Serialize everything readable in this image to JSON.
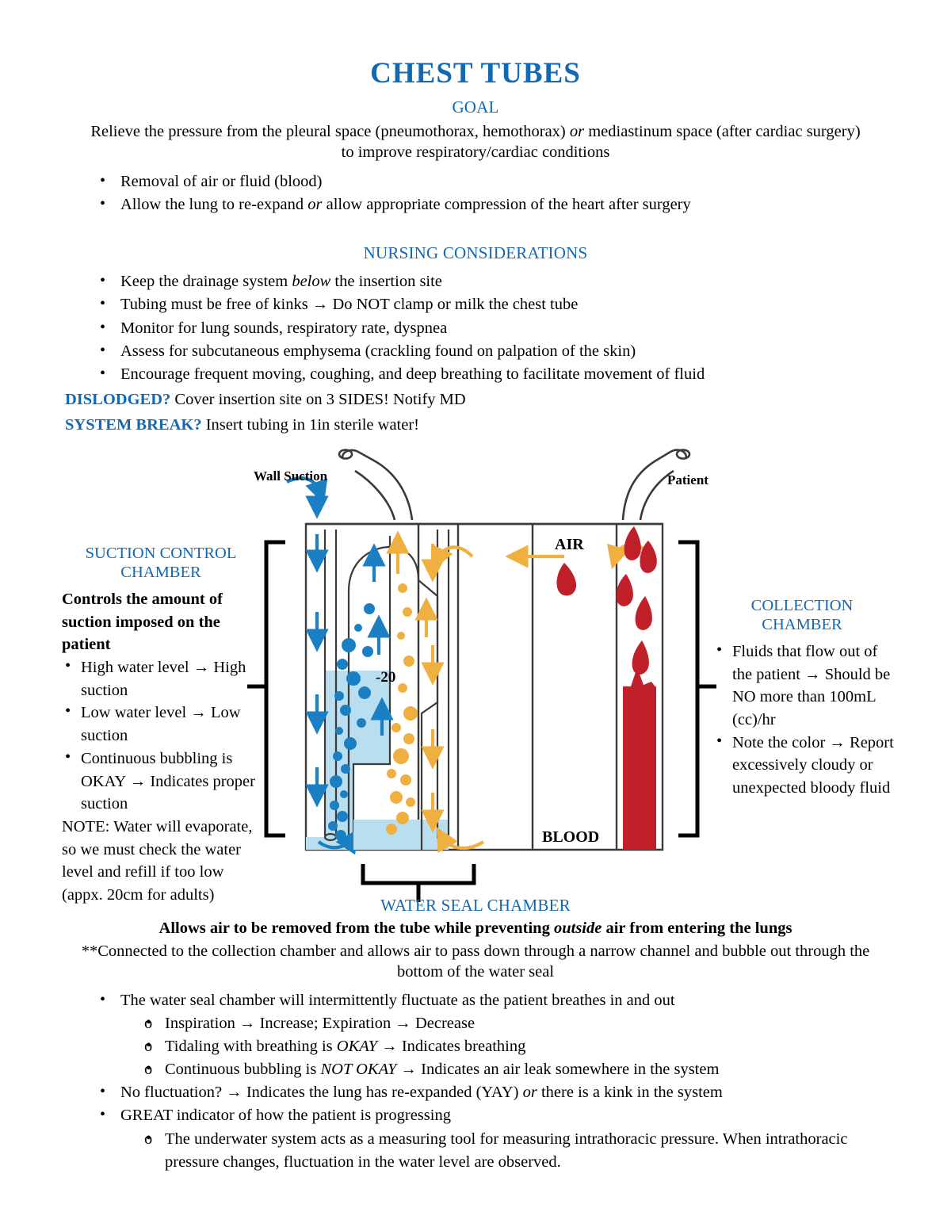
{
  "document": {
    "title": "CHEST TUBES",
    "sections": {
      "goal": {
        "heading": "GOAL",
        "intro": "Relieve the pressure from the pleural space (pneumothorax, hemothorax) or mediastinum space (after cardiac surgery) to improve respiratory/cardiac conditions",
        "intro_part1": "Relieve the pressure from the pleural space (pneumothorax, hemothorax) ",
        "intro_em": "or",
        "intro_part2": " mediastinum space (after cardiac surgery) to improve respiratory/cardiac conditions",
        "bullets": [
          "Removal of air or fluid (blood)"
        ],
        "bullet2_part1": "Allow the lung to re-expand ",
        "bullet2_em": "or",
        "bullet2_part2": " allow appropriate compression of the heart after surgery"
      },
      "nursing": {
        "heading": "NURSING CONSIDERATIONS",
        "b1_part1": "Keep the drainage system ",
        "b1_em": "below",
        "b1_part2": " the insertion site",
        "b2": "Tubing must be free of kinks → Do NOT clamp or milk the chest tube",
        "b3": "Monitor for lung sounds, respiratory rate, dyspnea",
        "b4": "Assess for subcutaneous emphysema (crackling found on palpation of the skin)",
        "b5": "Encourage frequent moving, coughing, and deep breathing to facilitate movement of fluid",
        "dislodged_label": "DISLODGED?",
        "dislodged_text": " Cover insertion site on 3 SIDES! Notify MD",
        "break_label": "SYSTEM BREAK?",
        "break_text": " Insert tubing in 1in sterile water!"
      },
      "water_seal": {
        "heading": "WATER SEAL CHAMBER",
        "sub_part1": "Allows air to be removed from the tube while preventing ",
        "sub_em": "outside",
        "sub_part2": " air from entering the lungs",
        "note": "**Connected to the collection chamber and allows air to pass down through a narrow channel and bubble out through the bottom of the water seal",
        "b1": "The water seal chamber will intermittently fluctuate as the patient breathes in and out",
        "s1": "Inspiration → Increase; Expiration → Decrease",
        "s2_part1": "Tidaling with breathing is ",
        "s2_em": "OKAY",
        "s2_part2": " → Indicates breathing",
        "s3_part1": "Continuous bubbling is ",
        "s3_em": "NOT OKAY",
        "s3_part2": " → Indicates an air leak somewhere in the system",
        "b2_part1": "No fluctuation? → Indicates the lung has re-expanded (YAY) ",
        "b2_em": "or",
        "b2_part2": "  there is a kink in the system",
        "b3": "GREAT indicator of how the patient is progressing",
        "s4": "The underwater system acts as a measuring tool for measuring intrathoracic pressure. When intrathoracic pressure changes, fluctuation in the water level are observed."
      }
    }
  },
  "diagram": {
    "labels": {
      "wall_suction": "Wall Suction",
      "patient": "Patient",
      "air": "AIR",
      "blood": "BLOOD",
      "pressure_marker": "-20"
    },
    "suction_control": {
      "heading_line1": "SUCTION CONTROL",
      "heading_line2": "CHAMBER",
      "lead": "Controls the amount of suction imposed on the patient",
      "b1": "High water level → High suction",
      "b2": "Low water level → Low suction",
      "b3": "Continuous bubbling is OKAY → Indicates proper suction",
      "note": "NOTE: Water will evaporate, so we must check the water level and refill if too low (appx. 20cm for adults)"
    },
    "collection": {
      "heading_line1": "COLLECTION",
      "heading_line2": "CHAMBER",
      "b1": "Fluids that flow out of the patient → Should be NO more than 100mL (cc)/hr",
      "b2": "Note the color → Report excessively cloudy or unexpected bloody fluid"
    }
  },
  "colors": {
    "heading_blue": "#1268b3",
    "water_blue": "#b8def0",
    "bubble_blue": "#1b7fc4",
    "bubble_orange": "#f0b040",
    "blood_red": "#c0202a",
    "outline": "#3a3a3a"
  }
}
